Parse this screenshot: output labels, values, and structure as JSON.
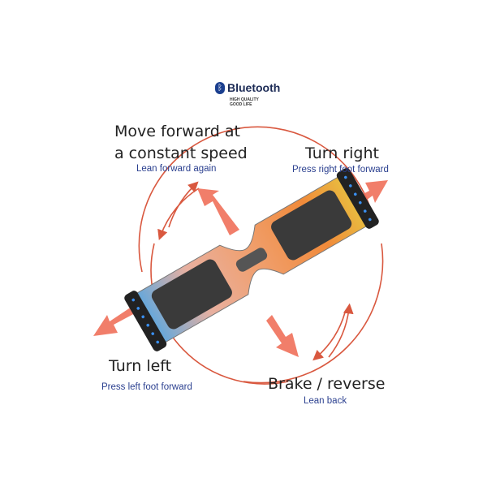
{
  "brand": {
    "name": "Bluetooth",
    "tagline_1": "HIGH QUALITY",
    "tagline_2": "GOOD LIFE"
  },
  "instructions": {
    "forward": {
      "title_1": "Move forward at",
      "title_2": "a constant speed",
      "hint": "Lean forward again"
    },
    "right": {
      "title": "Turn right",
      "hint": "Press right foot forward"
    },
    "left": {
      "title": "Turn left",
      "hint": "Press left foot forward"
    },
    "brake": {
      "title": "Brake / reverse",
      "hint": "Lean back"
    }
  },
  "colors": {
    "arrow": "#f0705a",
    "ring": "#d9583f",
    "hint": "#2a3f8f",
    "led": "#3a8ff0"
  }
}
